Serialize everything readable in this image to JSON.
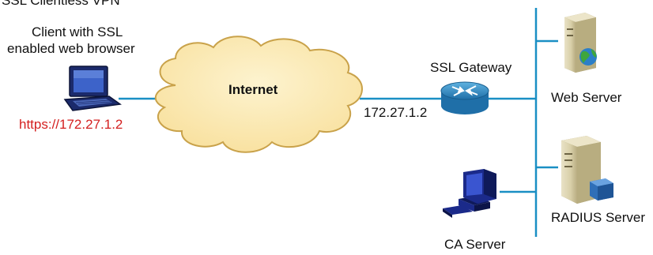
{
  "header": {
    "caption": "SSL Clientless VPN"
  },
  "client": {
    "line1": "Client with SSL",
    "line2": "enabled web browser",
    "url": "https://172.27.1.2"
  },
  "internet": {
    "label": "Internet"
  },
  "gateway": {
    "label": "SSL Gateway",
    "ip": "172.27.1.2"
  },
  "servers": {
    "web": "Web Server",
    "radius": "RADIUS Server",
    "ca": "CA Server"
  },
  "colors": {
    "link": "#1a8fc4",
    "cloud_fill": "#fbe9b4",
    "cloud_stroke": "#c9a24a",
    "router": "#2f8fc9",
    "url": "#d42020"
  },
  "icons": [
    "laptop-icon",
    "cloud-icon",
    "router-icon",
    "web-server-icon",
    "radius-server-icon",
    "ca-workstation-icon"
  ]
}
